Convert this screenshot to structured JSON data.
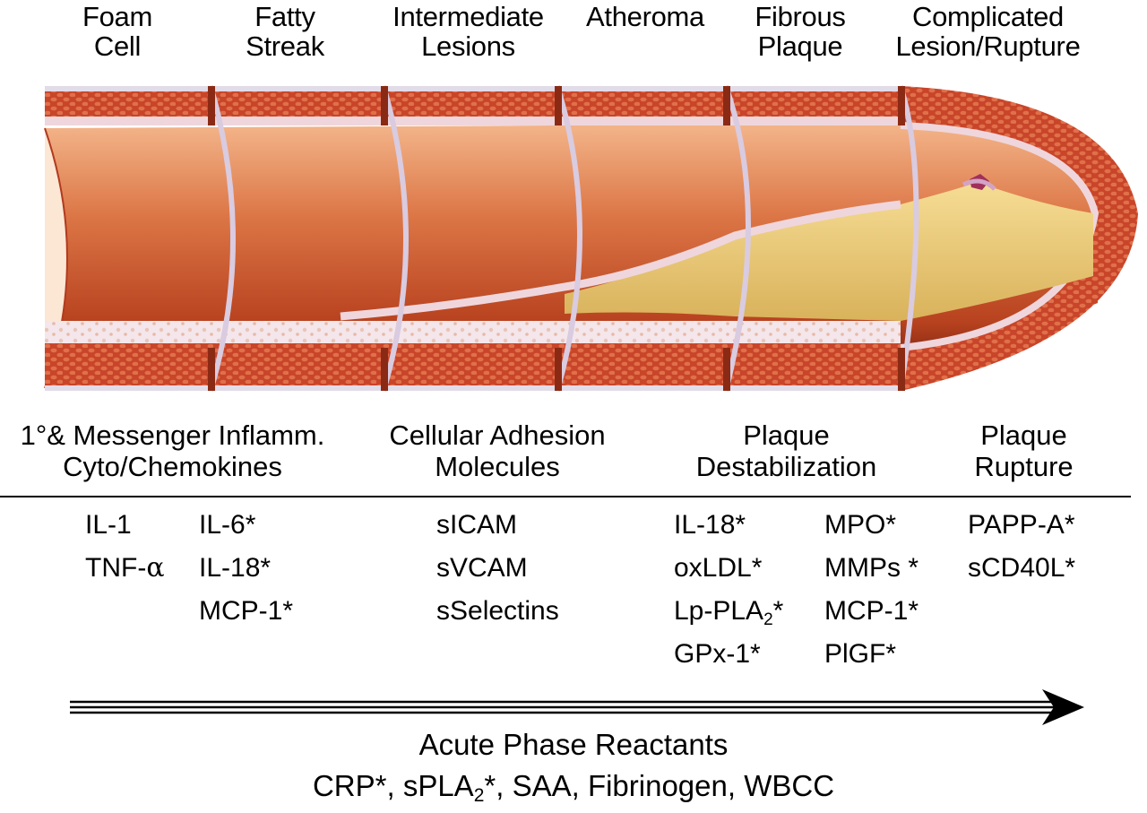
{
  "stages": [
    {
      "label": "Foam\nCell"
    },
    {
      "label": "Fatty\nStreak"
    },
    {
      "label": "Intermediate\nLesions"
    },
    {
      "label": "Atheroma"
    },
    {
      "label": "Fibrous\nPlaque"
    },
    {
      "label": "Complicated\nLesion/Rupture"
    }
  ],
  "categories": {
    "cytokines": "1°& Messenger Inflamm.\nCyto/Chemokines",
    "adhesion": "Cellular Adhesion\nMolecules",
    "destabilization": "Plaque\nDestabilization",
    "rupture": "Plaque\nRupture"
  },
  "markers": {
    "cyto_col1": [
      "IL-1",
      "TNF-"
    ],
    "alpha_symbol": "α",
    "cyto_col2": [
      "IL-6*",
      "IL-18*",
      "MCP-1*"
    ],
    "adhesion": [
      "sICAM",
      "sVCAM",
      "sSelectins"
    ],
    "destab_col1_a": [
      "IL-18*",
      "oxLDL*"
    ],
    "lppla": {
      "prefix": "Lp-PLA",
      "sub": "2",
      "suffix": "*"
    },
    "destab_col1_b": "GPx-1*",
    "destab_col2": [
      "MPO*",
      "MMPs *",
      "MCP-1*",
      "PlGF*"
    ],
    "rupture": [
      "PAPP-A*",
      "sCD40L*"
    ]
  },
  "acute_phase": {
    "title": "Acute Phase Reactants",
    "line_prefix": "CRP*, sPLA",
    "line_sub": "2",
    "line_suffix": "*, SAA, Fibrinogen, WBCC"
  },
  "colors": {
    "vessel_wall": "#c8452a",
    "lumen": "#d86a3c",
    "plaque": "#e9c978",
    "intima": "#efd6dc"
  }
}
